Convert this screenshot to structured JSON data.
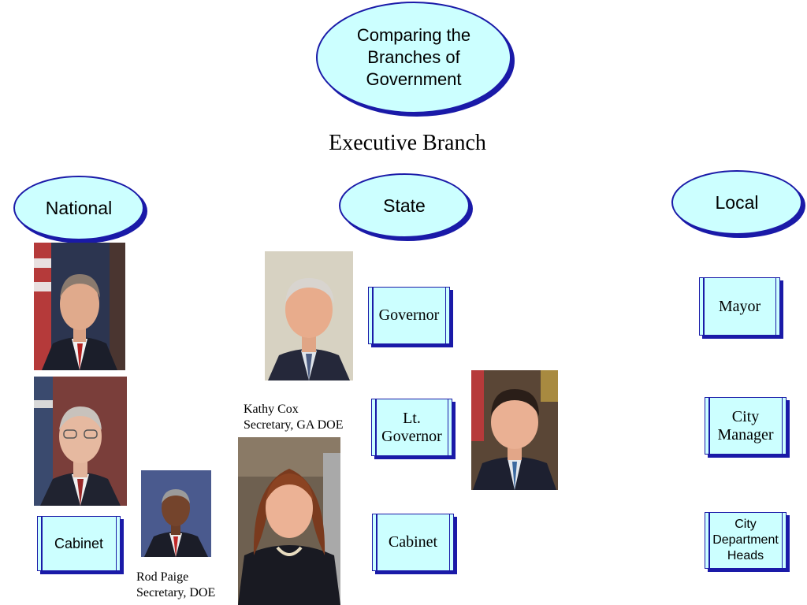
{
  "title": "Comparing the Branches of Government",
  "heading": "Executive Branch",
  "levels": {
    "national": "National",
    "state": "State",
    "local": "Local"
  },
  "national": {
    "cabinet": "Cabinet",
    "caption_name": "Rod Paige",
    "caption_role": "Secretary, DOE"
  },
  "state": {
    "governor": "Governor",
    "lt_governor": "Lt.\nGovernor",
    "cabinet": "Cabinet",
    "caption_name": "Kathy Cox",
    "caption_role": "Secretary, GA DOE"
  },
  "local": {
    "mayor": "Mayor",
    "city_manager": "City\nManager",
    "department_heads": "City\nDepartment\nHeads"
  },
  "colors": {
    "fill": "#ccffff",
    "border": "#1a1aa8"
  }
}
